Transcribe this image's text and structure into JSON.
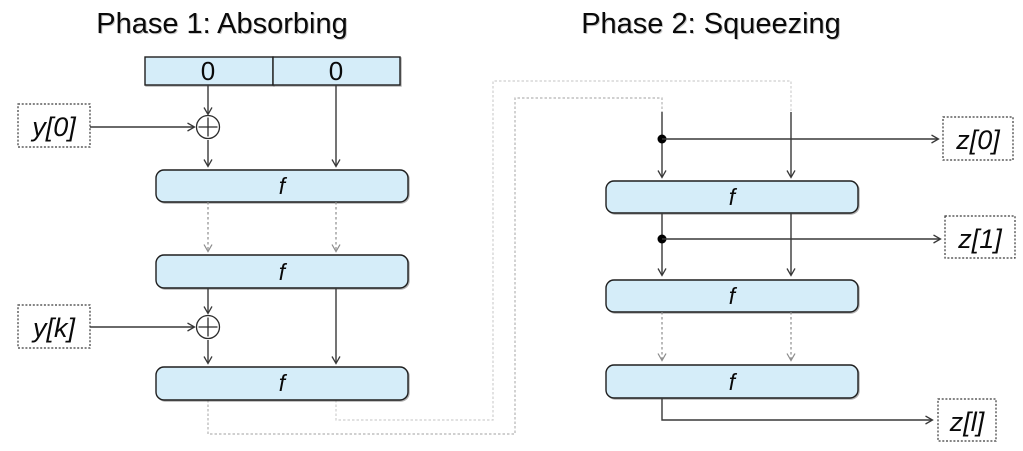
{
  "phase1": {
    "title": "Phase 1: Absorbing",
    "state_cells": [
      "0",
      "0"
    ],
    "inputs": [
      {
        "label": "y[0]"
      },
      {
        "label": "y[k]"
      }
    ],
    "f_boxes": [
      "f",
      "f",
      "f"
    ]
  },
  "phase2": {
    "title": "Phase 2: Squeezing",
    "f_boxes": [
      "f",
      "f",
      "f"
    ],
    "outputs": [
      {
        "label": "z[0]"
      },
      {
        "label": "z[1]"
      },
      {
        "label": "z[l]"
      }
    ]
  },
  "icons": {
    "xor": "circle-plus ⊕",
    "junction": "filled-dot ●"
  },
  "colors": {
    "box_fill": "#d5edf9",
    "box_stroke": "#1f1f1f",
    "arrow_dark": "#383838",
    "arrow_gray": "#8c8c8c",
    "routing_inner_gray": "#b5b5b5",
    "routing_outer_gray": "#cfcfcf",
    "label_box_stroke": "#3a3a3a",
    "text": "#0a0a0a",
    "background": "#ffffff"
  }
}
